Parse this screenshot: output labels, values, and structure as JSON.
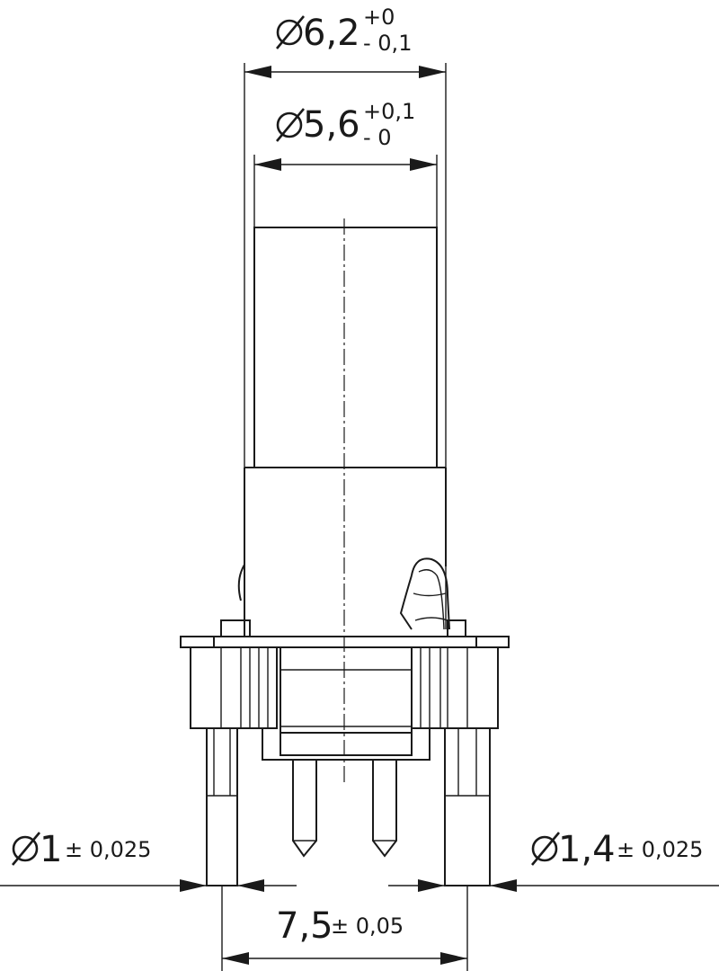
{
  "dimensions": {
    "outer_diameter": {
      "value": "6,2",
      "tol_upper": "+0",
      "tol_lower": "- 0,1"
    },
    "inner_diameter": {
      "value": "5,6",
      "tol_upper": "+0,1",
      "tol_lower": "- 0"
    },
    "pin_left_diameter": {
      "value": "1",
      "tolerance": "± 0,025"
    },
    "pin_right_diameter": {
      "value": "1,4",
      "tolerance": "± 0,025"
    },
    "pin_spacing": {
      "value": "7,5",
      "tolerance": "± 0,05"
    }
  },
  "colors": {
    "line": "#1a1a1a",
    "background": "#ffffff"
  }
}
